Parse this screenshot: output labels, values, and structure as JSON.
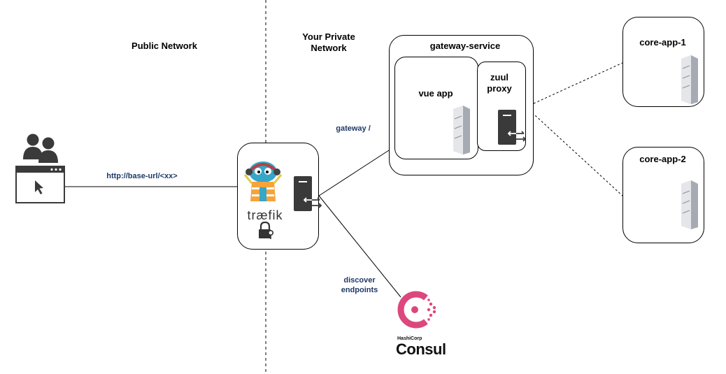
{
  "zones": {
    "public": "Public Network",
    "private": "Your Private\nNetwork"
  },
  "nodes": {
    "gateway": {
      "title": "gateway-service",
      "vue": "vue app",
      "zuul": "zuul\nproxy"
    },
    "core1": "core-app-1",
    "core2": "core-app-2",
    "traefik": "træfik",
    "consul": {
      "brand": "HashiCorp",
      "name": "Consul"
    }
  },
  "edges": {
    "client_to_traefik": "http://base-url/<xx>",
    "traefik_to_gateway": "gateway /",
    "traefik_to_consul": "discover\nendpoints"
  },
  "colors": {
    "edge_label": "#1f3a66",
    "consul": "#dc477d",
    "traefik_body": "#37a6c8",
    "traefik_vest": "#f5a33a",
    "server": "#3a3a3a"
  }
}
